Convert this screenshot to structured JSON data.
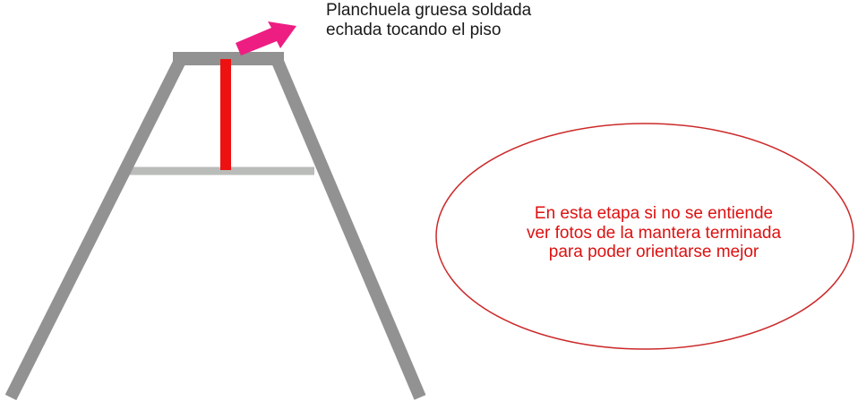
{
  "colors": {
    "frame": "#929292",
    "crossbar": "#b9bcb9",
    "red_bar": "#ee1111",
    "arrow": "#ee1d82",
    "note_text": "#dd1111",
    "ellipse_stroke": "#cc2a2a",
    "caption_text": "#1a1a1a"
  },
  "icons": {
    "pointer": "arrow-icon"
  },
  "caption": {
    "lines": [
      "Planchuela gruesa soldada",
      "echada tocando el piso"
    ]
  },
  "note": {
    "lines": [
      "En esta etapa si no se entiende",
      "ver fotos de la mantera terminada",
      "para poder orientarse mejor"
    ]
  }
}
